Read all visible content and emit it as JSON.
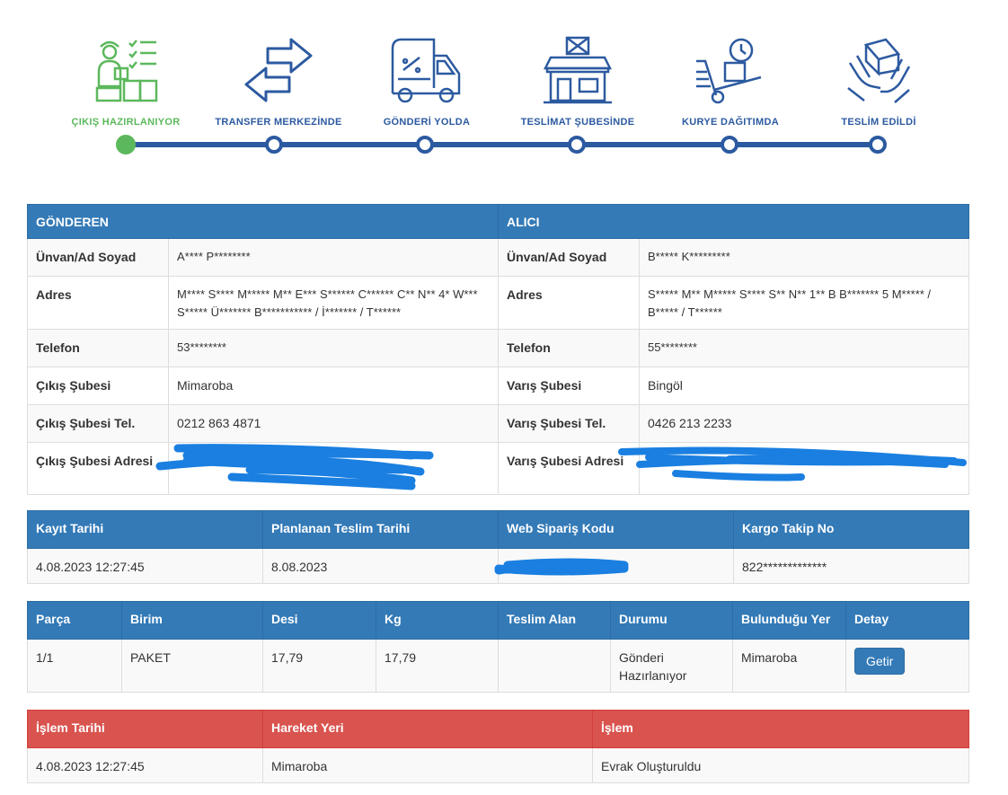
{
  "tracker": {
    "steps": [
      {
        "label": "ÇIKIŞ HAZIRLANIYOR",
        "icon": "worker-checklist-icon",
        "active": true
      },
      {
        "label": "TRANSFER MERKEZİNDE",
        "icon": "transfer-arrows-icon",
        "active": false
      },
      {
        "label": "GÖNDERİ YOLDA",
        "icon": "delivery-truck-icon",
        "active": false
      },
      {
        "label": "TESLİMAT ŞUBESİNDE",
        "icon": "branch-store-icon",
        "active": false
      },
      {
        "label": "KURYE DAĞITIMDA",
        "icon": "hand-truck-clock-icon",
        "active": false
      },
      {
        "label": "TESLİM EDİLDİ",
        "icon": "hands-package-icon",
        "active": false
      }
    ],
    "progress": 0,
    "colors": {
      "active": "#5cb85c",
      "inactive": "#2c5aa0"
    }
  },
  "parties": {
    "sender_header": "GÖNDEREN",
    "receiver_header": "ALICI",
    "rows": [
      {
        "sender_key": "Ünvan/Ad Soyad",
        "sender_value": "A**** P********",
        "receiver_key": "Ünvan/Ad Soyad",
        "receiver_value": "B***** K*********"
      },
      {
        "sender_key": "Adres",
        "sender_value": "M**** S**** M***** M** E*** S****** C****** C** N** 4* W*** S***** Ü******* B*********** / İ******* / T******",
        "receiver_key": "Adres",
        "receiver_value": "S***** M** M***** S**** S** N** 1** B B******* 5 M***** / B***** / T******"
      },
      {
        "sender_key": "Telefon",
        "sender_value": "53********",
        "receiver_key": "Telefon",
        "receiver_value": "55********"
      },
      {
        "sender_key": "Çıkış Şubesi",
        "sender_value": "Mimaroba",
        "receiver_key": "Varış Şubesi",
        "receiver_value": "Bingöl"
      },
      {
        "sender_key": "Çıkış Şubesi Tel.",
        "sender_value": "0212 863 4871",
        "receiver_key": "Varış Şubesi Tel.",
        "receiver_value": "0426 213 2233"
      },
      {
        "sender_key": "Çıkış Şubesi Adresi",
        "sender_value": "",
        "receiver_key": "Varış Şubesi Adresi",
        "receiver_value": ""
      }
    ],
    "redaction_color": "#1a7fe0"
  },
  "summary": {
    "headers": [
      "Kayıt Tarihi",
      "Planlanan Teslim Tarihi",
      "Web Sipariş Kodu",
      "Kargo Takip No"
    ],
    "values": [
      "4.08.2023 12:27:45",
      "8.08.2023",
      "",
      "822*************"
    ]
  },
  "pieces": {
    "headers": [
      "Parça",
      "Birim",
      "Desi",
      "Kg",
      "Teslim Alan",
      "Durumu",
      "Bulunduğu Yer",
      "Detay"
    ],
    "rows": [
      {
        "part": "1/1",
        "unit": "PAKET",
        "desi": "17,79",
        "kg": "17,79",
        "received_by": "",
        "status": "Gönderi Hazırlanıyor",
        "location": "Mimaroba",
        "detail_button": "Getir"
      }
    ]
  },
  "movements": {
    "headers": [
      "İşlem Tarihi",
      "Hareket Yeri",
      "İşlem"
    ],
    "rows": [
      {
        "date": "4.08.2023 12:27:45",
        "place": "Mimaroba",
        "action": "Evrak Oluşturuldu"
      }
    ],
    "header_color": "#d9534f"
  }
}
